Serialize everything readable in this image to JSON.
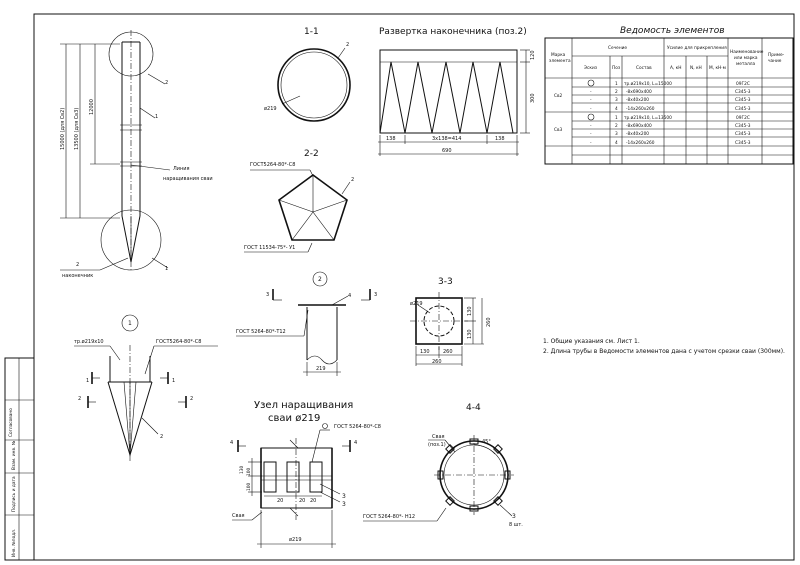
{
  "views": {
    "pile": {
      "dims": [
        "15000 (для Св2)",
        "13500 (для Св3)",
        "12000"
      ],
      "callouts": [
        "2",
        "1",
        "2",
        "1"
      ],
      "splice_label": [
        "Линия",
        "наращивания сваи"
      ],
      "tip_label": [
        "2",
        "наконечник"
      ]
    },
    "section_1_1": {
      "title": "1-1",
      "callout": "2",
      "diam": "ø219"
    },
    "section_2_2": {
      "title": "2-2",
      "weld_top": "ГОСТ5264-80*-С8",
      "weld_bottom": "ГОСТ 11534-75*- У1",
      "callout": "2"
    },
    "unfold": {
      "title": "Развертка наконечника (поз.2)",
      "dims": [
        "138",
        "3x138=414",
        "138",
        "690",
        "120",
        "300"
      ]
    },
    "detail_1": {
      "marker": "1",
      "pipe": "тр.ø219х10",
      "weld": "ГОСТ5264-80*-С8",
      "cuts": [
        "1",
        "1",
        "2",
        "2"
      ],
      "callout": "2"
    },
    "detail_2": {
      "marker": "2",
      "cuts": [
        "3",
        "3"
      ],
      "callout": "4",
      "weld": "ГОСТ 5264-80*-Т12",
      "dim": "219"
    },
    "section_3_3": {
      "title": "3-3",
      "diam": "ø219",
      "dims": [
        "130",
        "130",
        "130",
        "260",
        "260"
      ]
    },
    "splice": {
      "title": [
        "Узел наращивания",
        "сваи ø219"
      ],
      "weld": "ГОСТ 5264-80*-С8",
      "cuts": [
        "4",
        "4"
      ],
      "dims": [
        "100",
        "130",
        "100",
        "20",
        "20",
        "20",
        "ø219"
      ],
      "pile_label": "Свая",
      "callouts": [
        "3",
        "3"
      ]
    },
    "section_4_4": {
      "title": "4-4",
      "labels": [
        "Свая",
        "(поз.1)",
        "45°",
        "3",
        "8 шт."
      ],
      "weld": "ГОСТ 5264-80*- Н12"
    }
  },
  "schedule": {
    "title": "Ведомость элементов",
    "headers": {
      "mark": [
        "Марка",
        "элемента"
      ],
      "section": "Сечение",
      "sketch": "Эскиз",
      "pos": "Поз",
      "composition": "Состав",
      "forces": "Усилие для прикрепления",
      "A": "A, кН",
      "N": "N, кН",
      "M": "M, кН·м",
      "name": [
        "Наименование",
        "или марка",
        "металла"
      ],
      "note": [
        "Приме-",
        "чание"
      ]
    },
    "groups": [
      {
        "mark": "Св2",
        "rows": [
          {
            "sketch": "circle",
            "pos": "1",
            "comp": "тр.ø219х10, L=15000",
            "steel": "09Г2С"
          },
          {
            "sketch": "dash",
            "pos": "2",
            "comp": "-8х690х400",
            "steel": "С345-3"
          },
          {
            "sketch": "dash",
            "pos": "3",
            "comp": "-8х40х200",
            "steel": "С345-3"
          },
          {
            "sketch": "dash",
            "pos": "4",
            "comp": "-14х260х260",
            "steel": "С345-3"
          }
        ]
      },
      {
        "mark": "Св3",
        "rows": [
          {
            "sketch": "circle",
            "pos": "1",
            "comp": "тр.ø219х10, L=13500",
            "steel": "09Г2С"
          },
          {
            "sketch": "dash",
            "pos": "2",
            "comp": "-8х690х400",
            "steel": "С345-3"
          },
          {
            "sketch": "dash",
            "pos": "3",
            "comp": "-8х40х200",
            "steel": "С345-3"
          },
          {
            "sketch": "dash",
            "pos": "4",
            "comp": "-14х260х260",
            "steel": "С345-3"
          }
        ]
      }
    ]
  },
  "notes": [
    "1. Общие указания см. Лист 1.",
    "2. Длина трубы в Ведомости элементов дана с учетом срезки сваи (300мм)."
  ],
  "side_stamp": [
    "Инв. №подл.",
    "Подпись и дата",
    "Взам. инв. №",
    "Согласовано"
  ]
}
